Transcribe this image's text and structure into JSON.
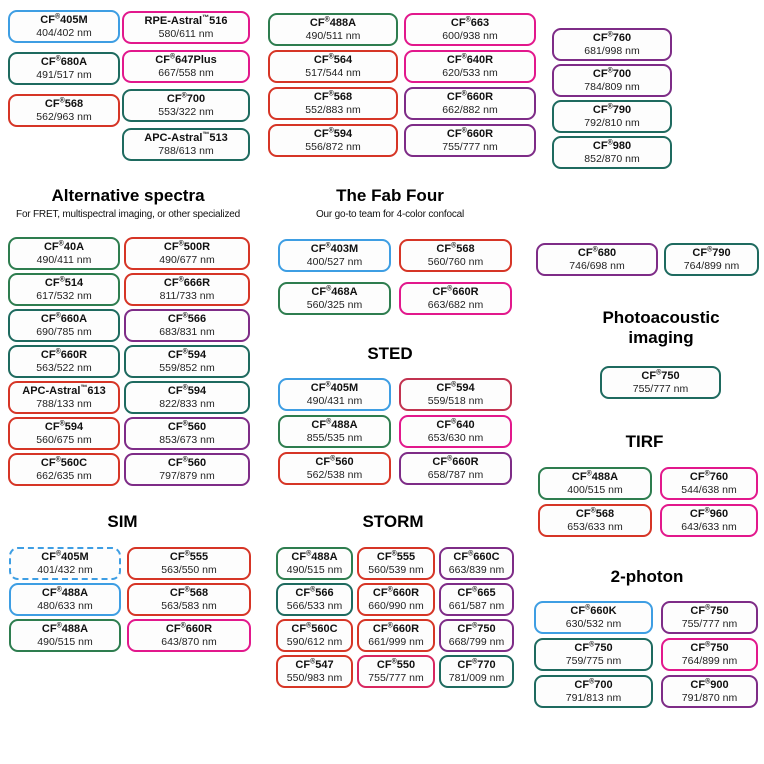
{
  "palette": {
    "blue": "#3E9EE3",
    "teal": "#1E6A5F",
    "green": "#2E7D4F",
    "red": "#D63526",
    "pink": "#E2188C",
    "purple": "#7E2C87",
    "crimson": "#C23350",
    "cerise": "#D8265F"
  },
  "headers": {
    "alternative": {
      "title": "Alternative spectra",
      "subtitle": "For FRET, multispectral imaging, or other specialized"
    },
    "fab_four": {
      "title": "The Fab Four",
      "subtitle": "Our go-to team for 4-color confocal"
    },
    "sted": {
      "title": "STED"
    },
    "photoacoustic": {
      "title": "Photoacoustic imaging"
    },
    "tirf": {
      "title": "TIRF"
    },
    "sim": {
      "title": "SIM"
    },
    "storm": {
      "title": "STORM"
    },
    "two_photon": {
      "title": "2-photon"
    }
  },
  "pill_groups": {
    "topA-c1": [
      {
        "name": "CF®405M",
        "ex_em": "404/402 nm",
        "color": "blue"
      },
      {
        "name": "CF®680A",
        "ex_em": "491/517 nm",
        "color": "teal"
      },
      {
        "name": "CF®568",
        "ex_em": "562/963 nm",
        "color": "red"
      }
    ],
    "topA-c2": [
      {
        "name": "RPE-Astral™516",
        "ex_em": "580/611 nm",
        "color": "pink"
      },
      {
        "name": "CF®647Plus",
        "ex_em": "667/558 nm",
        "color": "pink"
      },
      {
        "name": "CF®700",
        "ex_em": "553/322 nm",
        "color": "teal"
      },
      {
        "name": "APC-Astral™513",
        "ex_em": "788/613 nm",
        "color": "teal"
      }
    ],
    "topB-c1": [
      {
        "name": "CF®488A",
        "ex_em": "490/511 nm",
        "color": "green"
      },
      {
        "name": "CF®564",
        "ex_em": "517/544 nm",
        "color": "red"
      },
      {
        "name": "CF®568",
        "ex_em": "552/883 nm",
        "color": "red"
      },
      {
        "name": "CF®594",
        "ex_em": "556/872 nm",
        "color": "red"
      }
    ],
    "topB-c2": [
      {
        "name": "CF®663",
        "ex_em": "600/938 nm",
        "color": "pink"
      },
      {
        "name": "CF®640R",
        "ex_em": "620/533 nm",
        "color": "pink"
      },
      {
        "name": "CF®660R",
        "ex_em": "662/882 nm",
        "color": "purple"
      },
      {
        "name": "CF®660R",
        "ex_em": "755/777 nm",
        "color": "purple"
      }
    ],
    "topC": [
      {
        "name": "CF®760",
        "ex_em": "681/998 nm",
        "color": "purple"
      },
      {
        "name": "CF®700",
        "ex_em": "784/809 nm",
        "color": "purple"
      },
      {
        "name": "CF®790",
        "ex_em": "792/810 nm",
        "color": "teal"
      },
      {
        "name": "CF®980",
        "ex_em": "852/870 nm",
        "color": "teal"
      }
    ],
    "alt-c1": [
      {
        "name": "CF®40A",
        "ex_em": "490/411 nm",
        "color": "green"
      },
      {
        "name": "CF®514",
        "ex_em": "617/532 nm",
        "color": "green"
      },
      {
        "name": "CF®660A",
        "ex_em": "690/785 nm",
        "color": "teal"
      },
      {
        "name": "CF®660R",
        "ex_em": "563/522 nm",
        "color": "teal"
      },
      {
        "name": "APC-Astral™613",
        "ex_em": "788/133 nm",
        "color": "red"
      },
      {
        "name": "CF®594",
        "ex_em": "560/675 nm",
        "color": "red"
      },
      {
        "name": "CF®560C",
        "ex_em": "662/635 nm",
        "color": "red"
      }
    ],
    "alt-c2": [
      {
        "name": "CF®500R",
        "ex_em": "490/677 nm",
        "color": "red"
      },
      {
        "name": "CF®666R",
        "ex_em": "811/733 nm",
        "color": "red"
      },
      {
        "name": "CF®566",
        "ex_em": "683/831 nm",
        "color": "purple"
      },
      {
        "name": "CF®594",
        "ex_em": "559/852 nm",
        "color": "teal"
      },
      {
        "name": "CF®594",
        "ex_em": "822/833 nm",
        "color": "teal"
      },
      {
        "name": "CF®560",
        "ex_em": "853/673 nm",
        "color": "purple"
      },
      {
        "name": "CF®560",
        "ex_em": "797/879 nm",
        "color": "purple"
      }
    ],
    "fab-c1": [
      {
        "name": "CF®403M",
        "ex_em": "400/527 nm",
        "color": "blue"
      },
      {
        "name": "CF®468A",
        "ex_em": "560/325 nm",
        "color": "green"
      }
    ],
    "fab-c2": [
      {
        "name": "CF®568",
        "ex_em": "560/760 nm",
        "color": "red"
      },
      {
        "name": "CF®660R",
        "ex_em": "663/682 nm",
        "color": "pink"
      }
    ],
    "pair-1": [
      {
        "name": "CF®680",
        "ex_em": "746/698 nm",
        "color": "purple"
      }
    ],
    "pair-2": [
      {
        "name": "CF®790",
        "ex_em": "764/899 nm",
        "color": "teal"
      }
    ],
    "sted-c1": [
      {
        "name": "CF®405M",
        "ex_em": "490/431 nm",
        "color": "blue"
      },
      {
        "name": "CF®488A",
        "ex_em": "855/535 nm",
        "color": "green"
      },
      {
        "name": "CF®560",
        "ex_em": "562/538 nm",
        "color": "red"
      }
    ],
    "sted-c2": [
      {
        "name": "CF®594",
        "ex_em": "559/518 nm",
        "color": "crimson"
      },
      {
        "name": "CF®640",
        "ex_em": "653/630 nm",
        "color": "pink"
      },
      {
        "name": "CF®660R",
        "ex_em": "658/787 nm",
        "color": "purple"
      }
    ],
    "photo": [
      {
        "name": "CF®750",
        "ex_em": "755/777 nm",
        "color": "teal"
      }
    ],
    "tirf-c1": [
      {
        "name": "CF®488A",
        "ex_em": "400/515 nm",
        "color": "green"
      },
      {
        "name": "CF®568",
        "ex_em": "653/633 nm",
        "color": "red"
      }
    ],
    "tirf-c2": [
      {
        "name": "CF®760",
        "ex_em": "544/638 nm",
        "color": "pink"
      },
      {
        "name": "CF®960",
        "ex_em": "643/633 nm",
        "color": "pink"
      }
    ],
    "sim-c1": [
      {
        "name": "CF®405M",
        "ex_em": "401/432 nm",
        "color": "blue",
        "dashed": true
      },
      {
        "name": "CF®488A",
        "ex_em": "480/633 nm",
        "color": "blue"
      },
      {
        "name": "CF®488A",
        "ex_em": "490/515 nm",
        "color": "green"
      }
    ],
    "sim-c2": [
      {
        "name": "CF®555",
        "ex_em": "563/550 nm",
        "color": "red"
      },
      {
        "name": "CF®568",
        "ex_em": "563/583 nm",
        "color": "red"
      },
      {
        "name": "CF®660R",
        "ex_em": "643/870 nm",
        "color": "pink"
      }
    ],
    "storm-c1": [
      {
        "name": "CF®488A",
        "ex_em": "490/515 nm",
        "color": "green"
      },
      {
        "name": "CF®566",
        "ex_em": "566/533 nm",
        "color": "teal"
      },
      {
        "name": "CF®560C",
        "ex_em": "590/612 nm",
        "color": "red"
      },
      {
        "name": "CF®547",
        "ex_em": "550/983 nm",
        "color": "red"
      }
    ],
    "storm-c2": [
      {
        "name": "CF®555",
        "ex_em": "560/539 nm",
        "color": "red"
      },
      {
        "name": "CF®660R",
        "ex_em": "660/990 nm",
        "color": "red"
      },
      {
        "name": "CF®660R",
        "ex_em": "661/999 nm",
        "color": "red"
      },
      {
        "name": "CF®550",
        "ex_em": "755/777 nm",
        "color": "cerise"
      }
    ],
    "storm-c3": [
      {
        "name": "CF®660C",
        "ex_em": "663/839 nm",
        "color": "purple"
      },
      {
        "name": "CF®665",
        "ex_em": "661/587 nm",
        "color": "purple"
      },
      {
        "name": "CF®750",
        "ex_em": "668/799 nm",
        "color": "purple"
      },
      {
        "name": "CF®770",
        "ex_em": "781/009 nm",
        "color": "teal"
      }
    ],
    "2p-c1": [
      {
        "name": "CF®660K",
        "ex_em": "630/532 nm",
        "color": "blue"
      },
      {
        "name": "CF®750",
        "ex_em": "759/775 nm",
        "color": "teal"
      },
      {
        "name": "CF®700",
        "ex_em": "791/813 nm",
        "color": "teal"
      }
    ],
    "2p-c2": [
      {
        "name": "CF®750",
        "ex_em": "755/777 nm",
        "color": "purple"
      },
      {
        "name": "CF®750",
        "ex_em": "764/899 nm",
        "color": "pink"
      },
      {
        "name": "CF®900",
        "ex_em": "791/870 nm",
        "color": "purple"
      }
    ]
  }
}
